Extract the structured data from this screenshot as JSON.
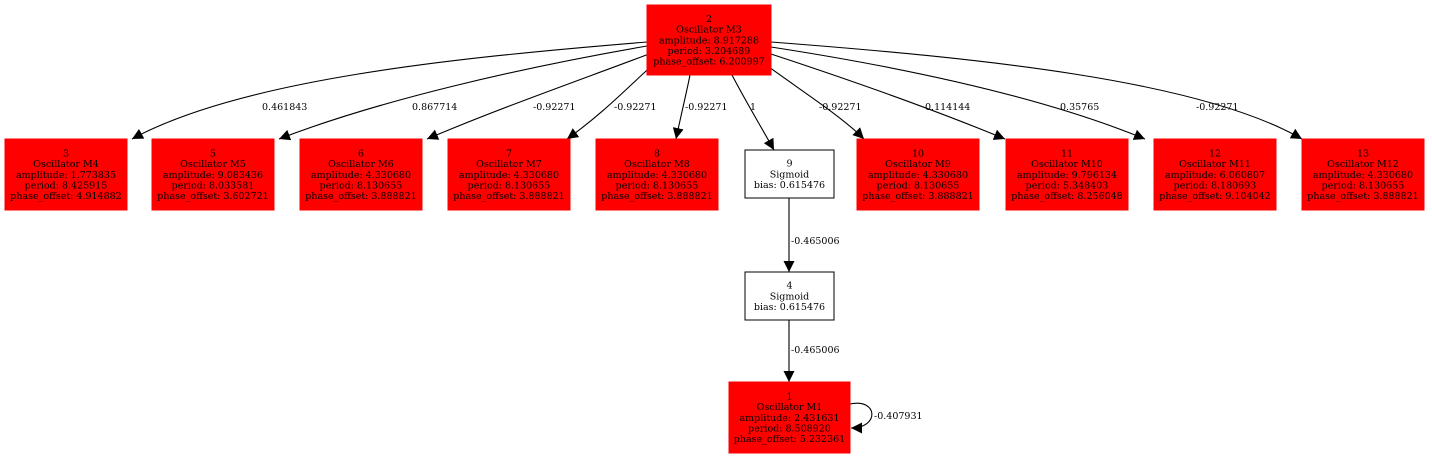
{
  "colors": {
    "oscillator_fill": "#ff0000",
    "sigmoid_fill": "#ffffff",
    "stroke": "#000000"
  },
  "nodes": [
    {
      "id": "n2",
      "kind": "oscillator",
      "lines": [
        "2",
        "Oscillator M3",
        "amplitude: 8.917288",
        "period: 3.204689",
        "phase_offset: 6.200997"
      ]
    },
    {
      "id": "n3",
      "kind": "oscillator",
      "lines": [
        "3",
        "Oscillator M4",
        "amplitude: 1.773835",
        "period: 8.425915",
        "phase_offset: 4.914882"
      ]
    },
    {
      "id": "n5",
      "kind": "oscillator",
      "lines": [
        "5",
        "Oscillator M5",
        "amplitude: 9.083436",
        "period: 8.033581",
        "phase_offset: 3.602721"
      ]
    },
    {
      "id": "n6",
      "kind": "oscillator",
      "lines": [
        "6",
        "Oscillator M6",
        "amplitude: 4.330680",
        "period: 8.130655",
        "phase_offset: 3.888821"
      ]
    },
    {
      "id": "n7",
      "kind": "oscillator",
      "lines": [
        "7",
        "Oscillator M7",
        "amplitude: 4.330680",
        "period: 8.130655",
        "phase_offset: 3.888821"
      ]
    },
    {
      "id": "n8",
      "kind": "oscillator",
      "lines": [
        "8",
        "Oscillator M8",
        "amplitude: 4.330680",
        "period: 8.130655",
        "phase_offset: 3.888821"
      ]
    },
    {
      "id": "n9",
      "kind": "sigmoid",
      "lines": [
        "9",
        "Sigmoid",
        "bias: 0.615476"
      ]
    },
    {
      "id": "n10",
      "kind": "oscillator",
      "lines": [
        "10",
        "Oscillator M9",
        "amplitude: 4.330680",
        "period: 8.130655",
        "phase_offset: 3.888821"
      ]
    },
    {
      "id": "n11",
      "kind": "oscillator",
      "lines": [
        "11",
        "Oscillator M10",
        "amplitude: 9.796134",
        "period: 5.348403",
        "phase_offset: 8.256048"
      ]
    },
    {
      "id": "n12",
      "kind": "oscillator",
      "lines": [
        "12",
        "Oscillator M11",
        "amplitude: 6.060807",
        "period: 8.180693",
        "phase_offset: 9.104042"
      ]
    },
    {
      "id": "n13",
      "kind": "oscillator",
      "lines": [
        "13",
        "Oscillator M12",
        "amplitude: 4.330680",
        "period: 8.130655",
        "phase_offset: 3.888821"
      ]
    },
    {
      "id": "n4",
      "kind": "sigmoid",
      "lines": [
        "4",
        "Sigmoid",
        "bias: 0.615476"
      ]
    },
    {
      "id": "n1",
      "kind": "oscillator",
      "lines": [
        "1",
        "Oscillator M1",
        "amplitude: 2.431631",
        "period: 8.508920",
        "phase_offset: 5.232361"
      ]
    }
  ],
  "edges": [
    {
      "from": "n2",
      "to": "n3",
      "label": "0.461843"
    },
    {
      "from": "n2",
      "to": "n5",
      "label": "0.867714"
    },
    {
      "from": "n2",
      "to": "n6",
      "label": "-0.92271"
    },
    {
      "from": "n2",
      "to": "n7",
      "label": "-0.92271"
    },
    {
      "from": "n2",
      "to": "n8",
      "label": "-0.92271"
    },
    {
      "from": "n2",
      "to": "n9",
      "label": "1"
    },
    {
      "from": "n2",
      "to": "n10",
      "label": "-0.92271"
    },
    {
      "from": "n2",
      "to": "n11",
      "label": "0.114144"
    },
    {
      "from": "n2",
      "to": "n12",
      "label": "0.35765"
    },
    {
      "from": "n2",
      "to": "n13",
      "label": "-0.92271"
    },
    {
      "from": "n9",
      "to": "n4",
      "label": "-0.465006"
    },
    {
      "from": "n4",
      "to": "n1",
      "label": "-0.465006"
    },
    {
      "from": "n1",
      "to": "n1",
      "label": "-0.407931"
    }
  ]
}
